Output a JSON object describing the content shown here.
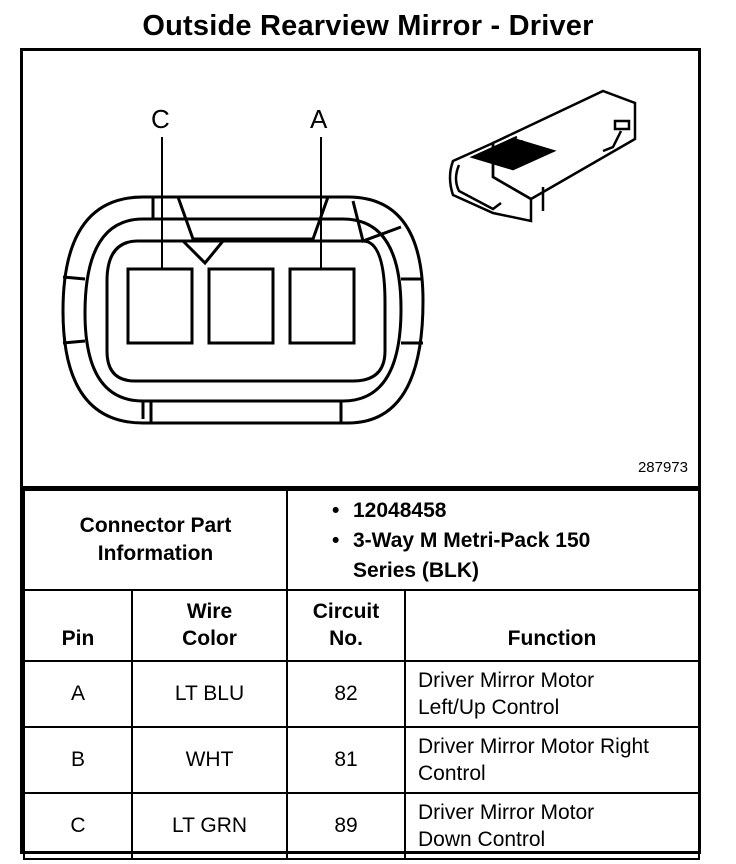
{
  "title": "Outside Rearview Mirror - Driver",
  "diagram": {
    "pin_labels": [
      "C",
      "A"
    ],
    "figure_number": "287973"
  },
  "connector_info": {
    "label": "Connector Part Information",
    "items": [
      "12048458",
      "3-Way M Metri-Pack 150 Series (BLK)"
    ]
  },
  "table": {
    "headers": [
      "Pin",
      "Wire Color",
      "Circuit No.",
      "Function"
    ],
    "rows": [
      {
        "pin": "A",
        "color": "LT BLU",
        "circuit": "82",
        "function": "Driver Mirror Motor Left/Up Control"
      },
      {
        "pin": "B",
        "color": "WHT",
        "circuit": "81",
        "function": "Driver Mirror Motor Right Control"
      },
      {
        "pin": "C",
        "color": "LT GRN",
        "circuit": "89",
        "function": "Driver Mirror Motor Down Control"
      }
    ]
  }
}
